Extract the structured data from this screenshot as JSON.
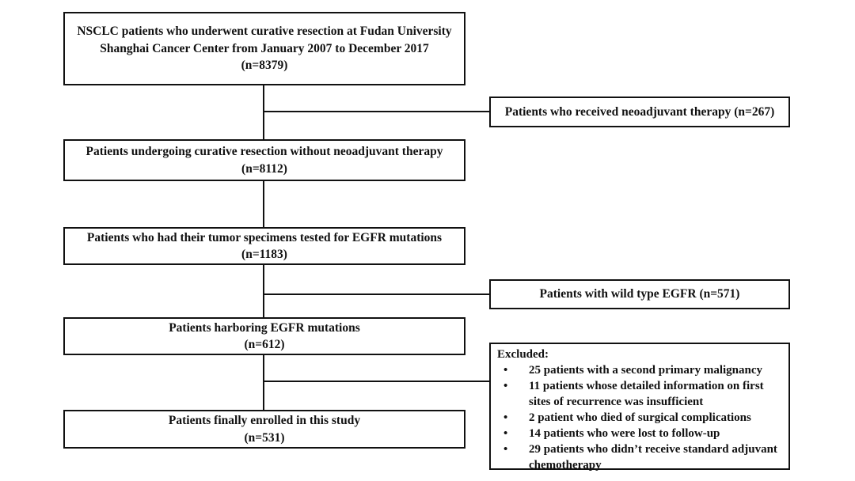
{
  "diagram": {
    "type": "patient-selection-flowchart",
    "colors": {
      "border": "#111111",
      "background": "#ffffff",
      "text": "#111111"
    },
    "main_boxes": [
      {
        "label": "NSCLC patients who underwent curative resection at Fudan University Shanghai Cancer Center from January 2007 to December 2017",
        "n": "(n=8379)"
      },
      {
        "label": "Patients undergoing curative resection without neoadjuvant therapy",
        "n": "(n=8112)"
      },
      {
        "label": "Patients who had their tumor specimens tested for EGFR mutations",
        "n": "(n=1183)"
      },
      {
        "label": "Patients harboring EGFR mutations",
        "n": "(n=612)"
      },
      {
        "label": "Patients finally enrolled in this study",
        "n": "(n=531)"
      }
    ],
    "side_boxes": [
      {
        "label": "Patients who received neoadjuvant therapy (n=267)"
      },
      {
        "label": "Patients with wild type EGFR (n=571)"
      }
    ],
    "excluded_box": {
      "title": "Excluded:",
      "bullet": "•",
      "items": [
        "25 patients with a second primary malignancy",
        "11 patients whose detailed information on first sites of recurrence was insufficient",
        "2 patient who died of surgical complications",
        "14 patients who were lost to follow-up",
        "29 patients who didn’t receive standard adjuvant chemotherapy"
      ]
    }
  }
}
